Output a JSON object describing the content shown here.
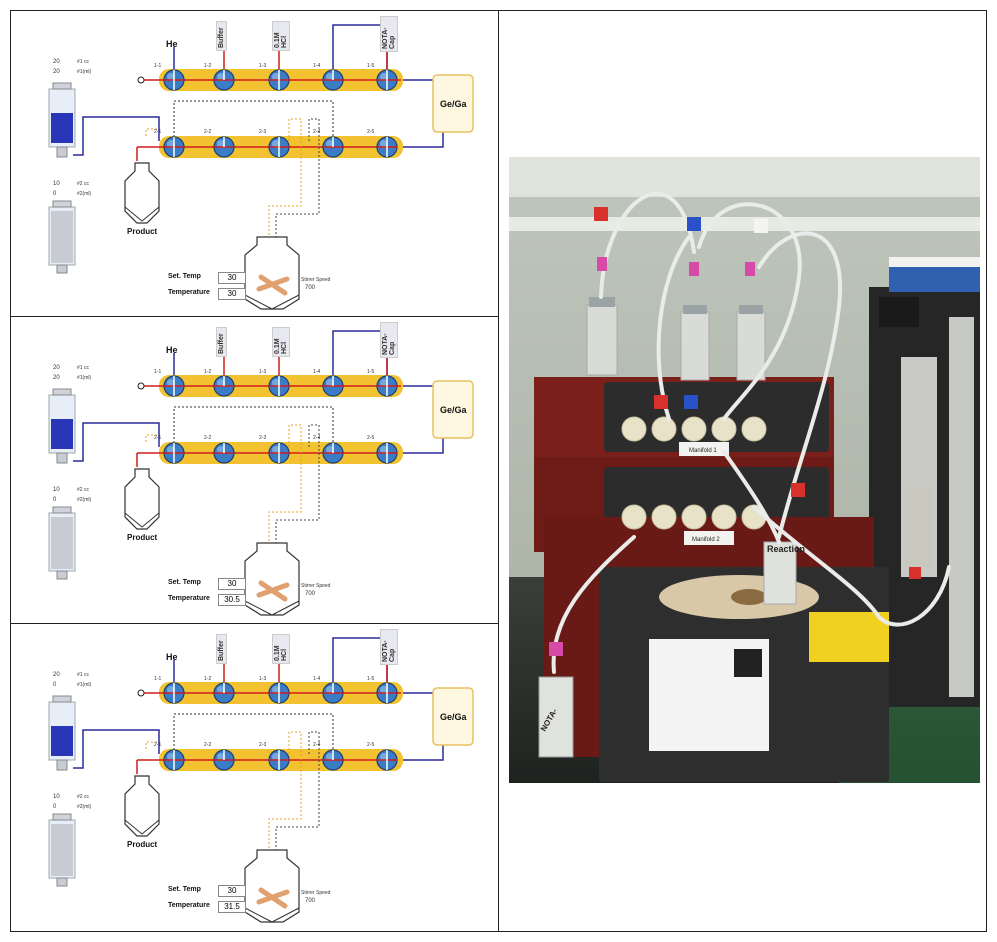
{
  "panels": [
    {
      "he_label": "He",
      "reagents": [
        "Buffer",
        "0.1M HCl",
        "NOTA-Cap"
      ],
      "manifold1_ports": [
        "1-1",
        "1-2",
        "1-3",
        "1-4",
        "1-5"
      ],
      "manifold2_ports": [
        "2-1",
        "2-2",
        "2-3",
        "2-4",
        "2-5"
      ],
      "generator_label": "Ge/Ga",
      "product_label": "Product",
      "syringe1": {
        "vol": "20",
        "vol_unit": "#1 cc",
        "flow": "20",
        "flow_unit": "#1(ml)"
      },
      "syringe2": {
        "vol": "10",
        "vol_unit": "#2 cc",
        "flow": "0",
        "flow_unit": "#2(ml)"
      },
      "set_temp_label": "Set. Temp",
      "set_temp_value": "30",
      "temperature_label": "Temperature",
      "temperature_value": "30",
      "stirrer_label": "Stirrer Speed",
      "stirrer_value": "700"
    },
    {
      "he_label": "He",
      "reagents": [
        "Buffer",
        "0.1M HCl",
        "NOTA-Cap"
      ],
      "manifold1_ports": [
        "1-1",
        "1-2",
        "1-3",
        "1-4",
        "1-5"
      ],
      "manifold2_ports": [
        "2-1",
        "2-2",
        "2-3",
        "2-4",
        "2-5"
      ],
      "generator_label": "Ge/Ga",
      "product_label": "Product",
      "syringe1": {
        "vol": "20",
        "vol_unit": "#1 cc",
        "flow": "20",
        "flow_unit": "#1(ml)"
      },
      "syringe2": {
        "vol": "10",
        "vol_unit": "#2 cc",
        "flow": "0",
        "flow_unit": "#2(ml)"
      },
      "set_temp_label": "Set. Temp",
      "set_temp_value": "30",
      "temperature_label": "Temperature",
      "temperature_value": "30.5",
      "stirrer_label": "Stirrer Speed",
      "stirrer_value": "700"
    },
    {
      "he_label": "He",
      "reagents": [
        "Buffer",
        "0.1M HCl",
        "NOTA-Cap"
      ],
      "manifold1_ports": [
        "1-1",
        "1-2",
        "1-3",
        "1-4",
        "1-5"
      ],
      "manifold2_ports": [
        "2-1",
        "2-2",
        "2-3",
        "2-4",
        "2-5"
      ],
      "generator_label": "Ge/Ga",
      "product_label": "Product",
      "syringe1": {
        "vol": "20",
        "vol_unit": "#1 cc",
        "flow": "0",
        "flow_unit": "#1(ml)"
      },
      "syringe2": {
        "vol": "10",
        "vol_unit": "#2 cc",
        "flow": "0",
        "flow_unit": "#2(ml)"
      },
      "set_temp_label": "Set. Temp",
      "set_temp_value": "30",
      "temperature_label": "Temperature",
      "temperature_value": "31.5",
      "stirrer_label": "Stirrer Speed",
      "stirrer_value": "700"
    }
  ],
  "photo": {
    "reaction_label": "Reaction",
    "vial_label": "NOTA-",
    "manifold1_label": "Manifold 1",
    "manifold2_label": "Manifold 2"
  },
  "colors": {
    "manifold_bar": "#f2c230",
    "valve": "#3a7cc6",
    "line_blue": "#2a2a9a",
    "line_red": "#d21c1c",
    "generator_border": "#e8c060",
    "photo_case_red": "#7a1f1a",
    "photo_case_dark": "#2c2c2c"
  }
}
